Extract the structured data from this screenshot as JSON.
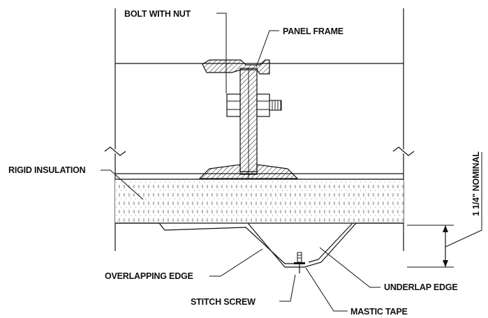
{
  "labels": {
    "bolt_with_nut": "BOLT WITH NUT",
    "panel_frame": "PANEL FRAME",
    "rigid_insulation": "RIGID INSULATION",
    "nominal_dimension": "1 1/4\" NOMINAL",
    "overlapping_edge": "OVERLAPPING EDGE",
    "underlap_edge": "UNDERLAP EDGE",
    "stitch_screw": "STITCH SCREW",
    "mastic_tape": "MASTIC TAPE"
  }
}
